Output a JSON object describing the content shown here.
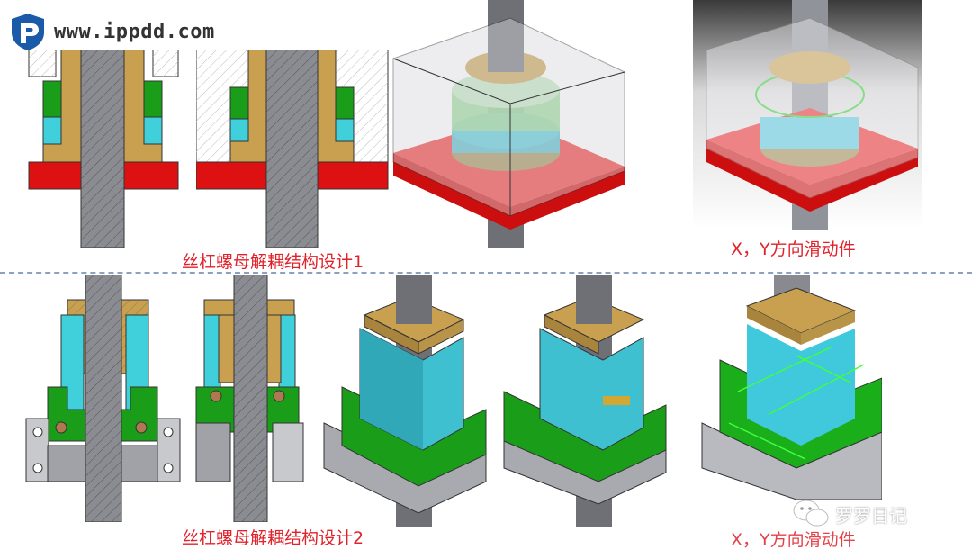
{
  "watermark": {
    "site": "www.ippdd.com",
    "logo_icon": "shield-p-logo-icon",
    "wechat_account": "罗罗日记",
    "wechat_icon": "wechat-icon"
  },
  "sections": [
    {
      "caption": "丝杠螺母解耦结构设计1",
      "figures": [
        "section-view-a",
        "section-view-b",
        "isometric-transparent-housing"
      ]
    },
    {
      "caption": "丝杠螺母解耦结构设计2",
      "figures": [
        "section-view-a",
        "section-view-b",
        "isometric-assembly-a",
        "isometric-assembly-b"
      ]
    }
  ],
  "side_captions": [
    "X，Y方向滑动件",
    "X，Y方向滑动件"
  ],
  "colors": {
    "caption": "#e0222a",
    "divider": "#8ca0c0",
    "brass": "#c8a050",
    "cyan": "#3fd0dc",
    "green": "#1a9e1a",
    "red": "#dd1111",
    "steel": "#8a8c92",
    "logo_blue": "#1a5aa8"
  }
}
